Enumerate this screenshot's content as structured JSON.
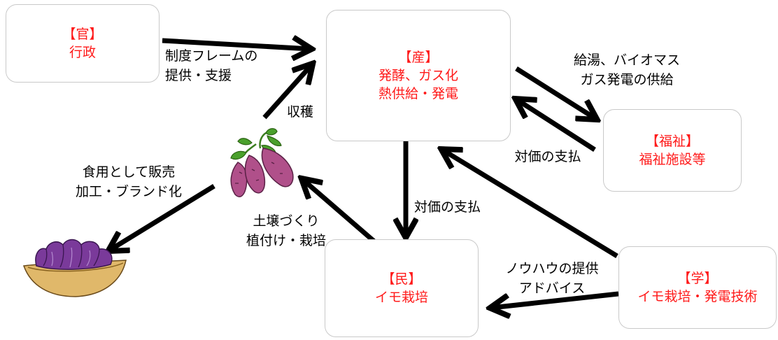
{
  "boxes": {
    "government": {
      "title": "【官】",
      "role": "行政"
    },
    "industry": {
      "title": "【産】",
      "line1": "発酵、ガス化",
      "line2": "熱供給・発電"
    },
    "welfare": {
      "title": "【福祉】",
      "role": "福祉施設等"
    },
    "citizens": {
      "title": "【民】",
      "role": "イモ栽培"
    },
    "academia": {
      "title": "【学】",
      "role": "イモ栽培・発電技術"
    }
  },
  "labels": {
    "gov_line1": "制度フレームの",
    "gov_line2": "提供・支援",
    "supply_line1": "給湯、バイオマス",
    "supply_line2": "ガス発電の供給",
    "harvest": "収穫",
    "payment_welfare": "対価の支払",
    "payment_citizens": "対価の支払",
    "food_line1": "食用として販売",
    "food_line2": "加工・ブランド化",
    "soil_line1": "土壌づくり",
    "soil_line2": "植付け・栽培",
    "know_line1": "ノウハウの提供",
    "know_line2": "アドバイス"
  },
  "icons": [
    "sweet-potato-icon",
    "purple-sweet-potato-dish-icon"
  ],
  "colors": {
    "box_text": "#ff1a1a",
    "arrow": "#000000",
    "potato": "#b0508a",
    "leaf": "#4aa02c",
    "dish": "#e0b86a"
  }
}
